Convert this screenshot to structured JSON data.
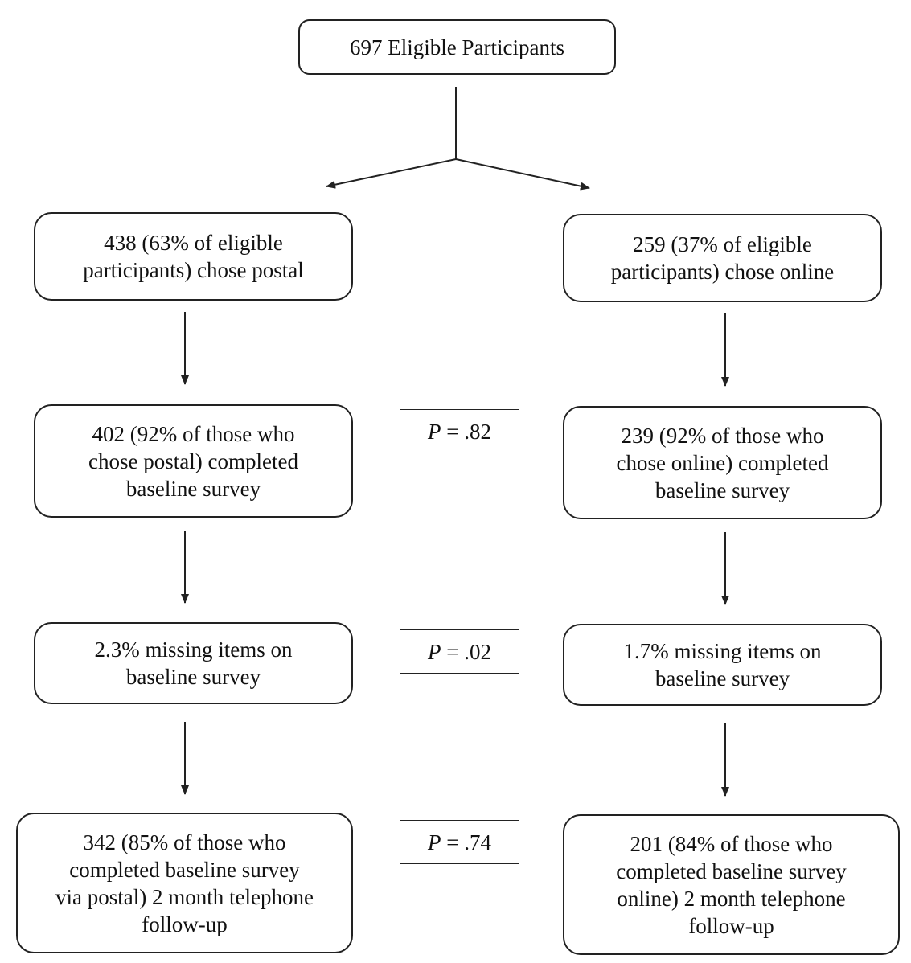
{
  "root": {
    "label": "697 Eligible Participants"
  },
  "left": {
    "step1": "438 (63% of eligible\nparticipants) chose postal",
    "step2": "402 (92% of those who\nchose postal) completed\nbaseline survey",
    "step3": "2.3% missing items on\nbaseline survey",
    "step4": "342 (85% of those who\ncompleted baseline survey\nvia postal) 2 month telephone\nfollow-up"
  },
  "right": {
    "step1": "259 (37% of eligible\nparticipants) chose online",
    "step2": "239 (92% of those who\nchose online) completed\nbaseline survey",
    "step3": "1.7% missing items on\nbaseline survey",
    "step4": "201 (84% of those who\ncompleted baseline survey\nonline) 2 month telephone\nfollow-up"
  },
  "comparisons": [
    {
      "symbol": "P",
      "text": " = .82"
    },
    {
      "symbol": "P",
      "text": " = .02"
    },
    {
      "symbol": "P",
      "text": " = .74"
    }
  ]
}
